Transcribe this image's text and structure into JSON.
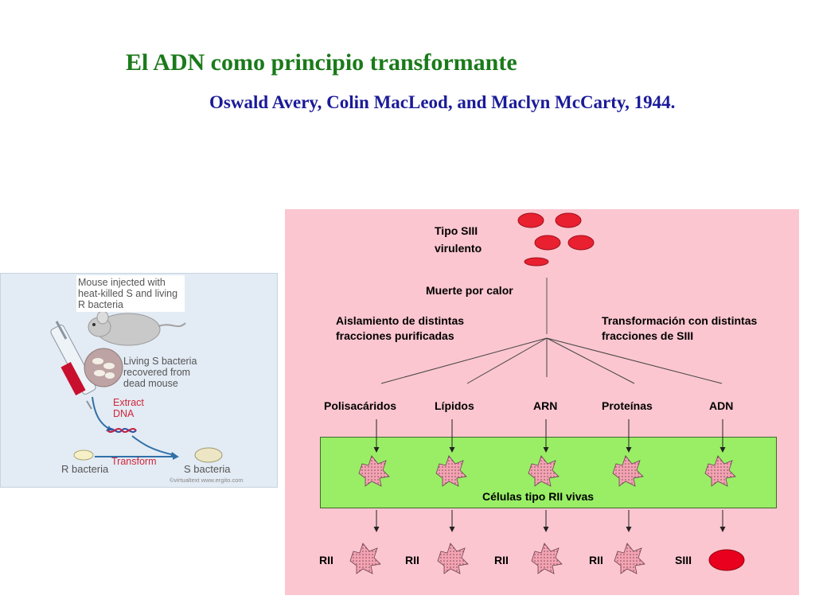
{
  "title": "El ADN como principio transformante",
  "subtitle": "Oswald Avery, Colin MacLeod, and Maclyn McCarty, 1944.",
  "left_panel": {
    "caption": "Mouse injected with heat-killed S and living R bacteria",
    "living_label": "Living S bacteria recovered from dead mouse",
    "extract_label": "Extract DNA",
    "transform_label": "Transform",
    "r_bacteria": "R bacteria",
    "s_bacteria": "S bacteria",
    "credit": "©virtualtext  www.ergito.com"
  },
  "right_panel": {
    "tipo_siii": "Tipo SIII",
    "virulento": "virulento",
    "muerte": "Muerte por calor",
    "aislamiento": "Aislamiento de distintas fracciones purificadas",
    "transformacion": "Transformación con distintas fracciones de SIII",
    "fractions": [
      "Polisacáridos",
      "Lípidos",
      "ARN",
      "Proteínas",
      "ADN"
    ],
    "celulas": "Células tipo RII vivas",
    "results": [
      "RII",
      "RII",
      "RII",
      "RII",
      "SIII"
    ]
  },
  "colors": {
    "title": "#1a7a1a",
    "subtitle": "#1a1a99",
    "panel_pink": "#fbc6d0",
    "band_green": "#99ee66",
    "virulent_red": "#e8202f",
    "cell_pink": "#f4a3b3"
  }
}
